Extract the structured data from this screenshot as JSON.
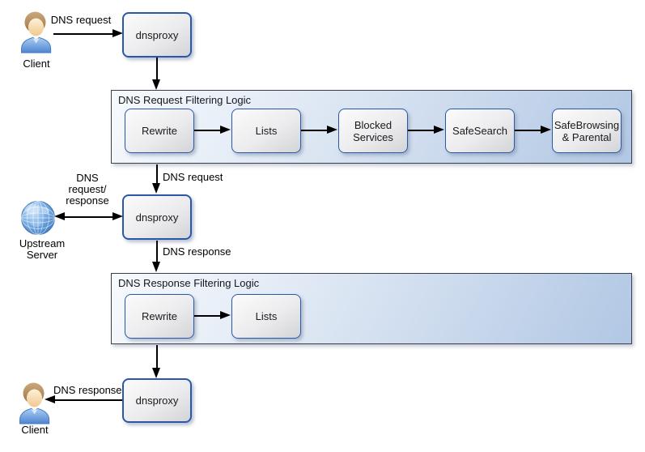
{
  "diagram": {
    "nodes": {
      "client_top": {
        "label": "Client"
      },
      "dnsproxy_top": {
        "label": "dnsproxy"
      },
      "dnsproxy_mid": {
        "label": "dnsproxy"
      },
      "dnsproxy_bottom": {
        "label": "dnsproxy"
      },
      "upstream": {
        "label_lines": [
          "Upstream",
          "Server"
        ]
      },
      "client_bottom": {
        "label": "Client"
      }
    },
    "containers": {
      "request": {
        "title": "DNS Request Filtering Logic",
        "steps": [
          "Rewrite",
          "Lists",
          "Blocked Services",
          "SafeSearch",
          "SafeBrowsing & Parental"
        ]
      },
      "response": {
        "title": "DNS Response Filtering Logic",
        "steps": [
          "Rewrite",
          "Lists"
        ]
      }
    },
    "edge_labels": {
      "client_to_proxy": "DNS request",
      "filter_to_proxy": "DNS request",
      "upstream_exchange": [
        "DNS",
        "request/",
        "response"
      ],
      "proxy_to_filter": "DNS response",
      "proxy_to_client": "DNS response"
    },
    "colors": {
      "container_fill_light": "#f7fafd",
      "container_fill_dark": "#b1c7e4",
      "container_border": "#39414e",
      "node_border": "#2a57a8",
      "node_fill_light": "#fbfbfb",
      "node_fill_dark": "#d3d4d7",
      "arrow": "#000000"
    }
  }
}
